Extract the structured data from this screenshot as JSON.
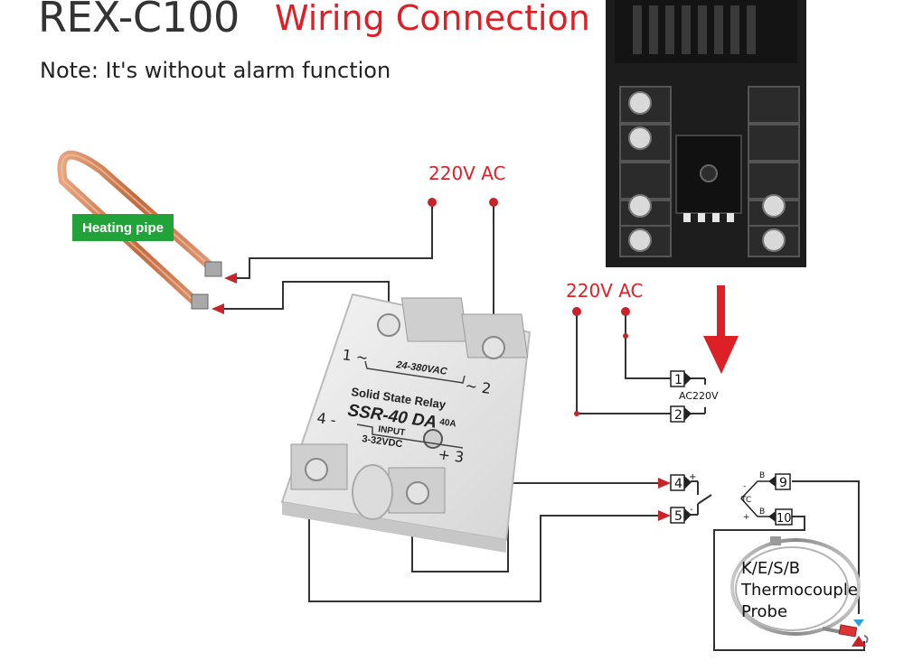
{
  "header": {
    "model": "REX-C100",
    "title": "Wiring Connection",
    "note": "Note: It's without alarm function"
  },
  "labels": {
    "voltage_left": "220V AC",
    "voltage_right": "220V AC",
    "heating_pipe": "Heating pipe",
    "ac220v": "AC220V",
    "probe_line1": "K/E/S/B",
    "probe_line2": "Thermocouple",
    "probe_line3": "Probe"
  },
  "relay": {
    "text_voltage": "24-380VAC",
    "text_brand": "Solid State Relay",
    "text_model": "SSR-40 DA",
    "text_current": "40A",
    "text_input": "INPUT",
    "text_input_range": "3-32VDC",
    "terminal_1": "1 ~",
    "terminal_2": "~ 2",
    "terminal_3": "+ 3",
    "terminal_4": "4 -"
  },
  "controller_terminals": {
    "t1": "1",
    "t2": "2",
    "t4": "4",
    "t5": "5",
    "t9": "9",
    "t10": "10",
    "plus": "+",
    "minus": "-",
    "tc": "TC",
    "b_top": "B",
    "b_bottom": "B",
    "tc_plus": "+",
    "tc_minus": "-"
  },
  "colors": {
    "accent_red": "#dd1f26",
    "wire": "#333333",
    "tag_green": "#22a33a",
    "controller_body": "#1a1a1a",
    "relay_body": "#e8e8e8",
    "copper": "#c8754a"
  }
}
